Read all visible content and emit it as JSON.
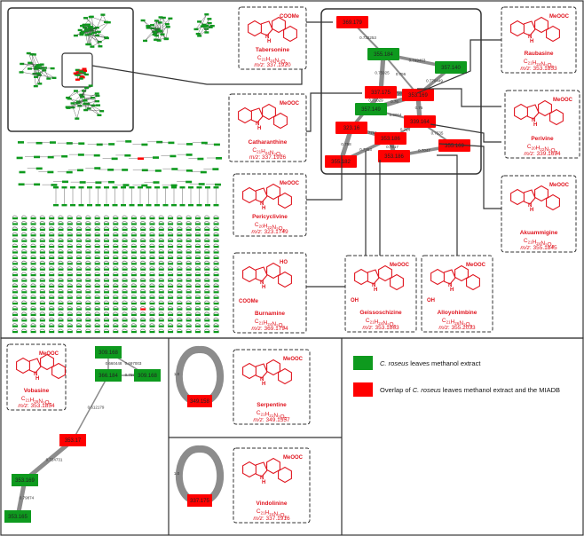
{
  "panel_letter": "A",
  "legend": [
    {
      "label": "C. roseus leaves methanol extract",
      "color": "#0e9a1e"
    },
    {
      "label": "Overlap of C. roseus leaves methanol extract and the MIADB",
      "color": "#ff0000"
    }
  ],
  "colors": {
    "green_node": "#0e9a1e",
    "red_node": "#ff0000",
    "compound_text": "#e0141e",
    "edge": "#8c8c8c"
  },
  "compounds": [
    {
      "id": "tabersonine",
      "name": "Tabersonine",
      "formula_base": "C",
      "formula": [
        [
          "C",
          "21"
        ],
        [
          "H",
          "24"
        ],
        [
          "N",
          "2"
        ],
        [
          "O",
          "2"
        ]
      ],
      "mz": "337.1920",
      "fragments": [
        "COOMe"
      ]
    },
    {
      "id": "catharanthine",
      "name": "Catharanthine",
      "formula": [
        [
          "C",
          "21"
        ],
        [
          "H",
          "24"
        ],
        [
          "N",
          "2"
        ],
        [
          "O",
          "2"
        ]
      ],
      "mz": "337.1916",
      "fragments": [
        "MeOOC"
      ]
    },
    {
      "id": "pericyclivine",
      "name": "Pericyclivine",
      "formula": [
        [
          "C",
          "20"
        ],
        [
          "H",
          "22"
        ],
        [
          "N",
          "2"
        ],
        [
          "O",
          "2"
        ]
      ],
      "mz": "323.1749",
      "fragments": [
        "MeOOC"
      ]
    },
    {
      "id": "burnamine",
      "name": "Burnamine",
      "formula": [
        [
          "C",
          "21"
        ],
        [
          "H",
          "24"
        ],
        [
          "N",
          "2"
        ],
        [
          "O",
          "4"
        ]
      ],
      "mz": "369.1794",
      "fragments": [
        "HO",
        "COOMe"
      ]
    },
    {
      "id": "geissoschizine",
      "name": "Geissoschizine",
      "formula": [
        [
          "C",
          "21"
        ],
        [
          "H",
          "24"
        ],
        [
          "N",
          "2"
        ],
        [
          "O",
          "3"
        ]
      ],
      "mz": "353.1863",
      "fragments": [
        "MeOOC",
        "OH"
      ]
    },
    {
      "id": "alloyohimbine",
      "name": "Alloyohimbine",
      "formula": [
        [
          "C",
          "21"
        ],
        [
          "H",
          "26"
        ],
        [
          "N",
          "2"
        ],
        [
          "O",
          "3"
        ]
      ],
      "mz": "355.2033",
      "fragments": [
        "MeOOC",
        "OH"
      ]
    },
    {
      "id": "raubasine",
      "name": "Raubasine",
      "formula": [
        [
          "C",
          "21"
        ],
        [
          "H",
          "24"
        ],
        [
          "N",
          "2"
        ],
        [
          "O",
          "3"
        ]
      ],
      "mz": "353.1853",
      "fragments": [
        "MeOOC"
      ]
    },
    {
      "id": "perivine",
      "name": "Perivine",
      "formula": [
        [
          "C",
          "20"
        ],
        [
          "H",
          "22"
        ],
        [
          "N",
          "2"
        ],
        [
          "O",
          "3"
        ]
      ],
      "mz": "339.1694",
      "fragments": [
        "MeOOC"
      ]
    },
    {
      "id": "akuammigine",
      "name": "Akuammigine",
      "formula": [
        [
          "C",
          "21"
        ],
        [
          "H",
          "24"
        ],
        [
          "N",
          "2"
        ],
        [
          "O",
          "3"
        ]
      ],
      "mz": "355.1845",
      "fragments": [
        "MeOOC"
      ]
    },
    {
      "id": "vobasine",
      "name": "Vobasine",
      "formula": [
        [
          "C",
          "21"
        ],
        [
          "H",
          "26"
        ],
        [
          "N",
          "2"
        ],
        [
          "O",
          "3"
        ]
      ],
      "mz": "353.1854",
      "fragments": [
        "MeOOC"
      ]
    },
    {
      "id": "serpentine",
      "name": "Serpentine",
      "formula": [
        [
          "C",
          "21"
        ],
        [
          "H",
          "21"
        ],
        [
          "N",
          "2"
        ],
        [
          "O",
          "3"
        ]
      ],
      "mz": "349.1557",
      "fragments": [
        "MeOOC"
      ]
    },
    {
      "id": "vindolinine",
      "name": "Vindolinine",
      "formula": [
        [
          "C",
          "21"
        ],
        [
          "H",
          "24"
        ],
        [
          "N",
          "2"
        ],
        [
          "O",
          "2"
        ]
      ],
      "mz": "337.1916",
      "fragments": [
        "MeOOC"
      ]
    }
  ],
  "cluster_nodes": [
    {
      "id": "n1",
      "label": "369.179",
      "color": "red"
    },
    {
      "id": "n2",
      "label": "355.184",
      "color": "green"
    },
    {
      "id": "n3",
      "label": "357.140",
      "color": "green"
    },
    {
      "id": "n4",
      "label": "337.175",
      "color": "red"
    },
    {
      "id": "n5",
      "label": "353.169",
      "color": "red"
    },
    {
      "id": "n6",
      "label": "357.149",
      "color": "green"
    },
    {
      "id": "n7",
      "label": "323.16",
      "color": "red"
    },
    {
      "id": "n8",
      "label": "339.164",
      "color": "red"
    },
    {
      "id": "n9",
      "label": "353.186",
      "color": "red"
    },
    {
      "id": "n10",
      "label": "355.182",
      "color": "red"
    },
    {
      "id": "n11",
      "label": "353.186",
      "color": "red"
    },
    {
      "id": "n12",
      "label": "355.169",
      "color": "red"
    }
  ],
  "cluster_edges": [
    {
      "from": "n1",
      "to": "n2",
      "label": "0.732253"
    },
    {
      "from": "n2",
      "to": "n3",
      "label": "0.749463"
    },
    {
      "from": "n2",
      "to": "n4",
      "label": "0.75925"
    },
    {
      "from": "n2",
      "to": "n5",
      "label": "0.756"
    },
    {
      "from": "n3",
      "to": "n5",
      "label": "0.770449"
    },
    {
      "from": "n4",
      "to": "n5",
      "label": "0.79046"
    },
    {
      "from": "n4",
      "to": "n6",
      "label": "0.76029"
    },
    {
      "from": "n4",
      "to": "n7",
      "label": "0.7716"
    },
    {
      "from": "n6",
      "to": "n5",
      "label": "0.76"
    },
    {
      "from": "n6",
      "to": "n8",
      "label": "0.8064"
    },
    {
      "from": "n7",
      "to": "n9",
      "label": "0.7791"
    },
    {
      "from": "n5",
      "to": "n8",
      "label": "0.75"
    },
    {
      "from": "n8",
      "to": "n9",
      "label": "0.714"
    },
    {
      "from": "n9",
      "to": "n10",
      "label": "0.7863"
    },
    {
      "from": "n9",
      "to": "n11",
      "label": "0.7817"
    },
    {
      "from": "n8",
      "to": "n12",
      "label": "0.7535"
    },
    {
      "from": "n11",
      "to": "n12",
      "label": "0.7047"
    },
    {
      "from": "n7",
      "to": "n10",
      "label": "0.758"
    }
  ],
  "vobasine_nodes": [
    {
      "id": "v1",
      "label": "309.168",
      "color": "green"
    },
    {
      "id": "v2",
      "label": "309.168",
      "color": "green"
    },
    {
      "id": "v3",
      "label": "366.184",
      "color": "green"
    },
    {
      "id": "v4",
      "label": "353.17",
      "color": "red"
    },
    {
      "id": "v5",
      "label": "353.169",
      "color": "green"
    },
    {
      "id": "v6",
      "label": "353.165",
      "color": "green"
    }
  ],
  "vobasine_edges": [
    {
      "from": "v1",
      "to": "v2",
      "label": "0.697003"
    },
    {
      "from": "v1",
      "to": "v3",
      "label": "0.660448"
    },
    {
      "from": "v2",
      "to": "v3",
      "label": "0.769489"
    },
    {
      "from": "v3",
      "to": "v4",
      "label": "0.612179"
    },
    {
      "from": "v4",
      "to": "v5",
      "label": "0.724731"
    },
    {
      "from": "v5",
      "to": "v6",
      "label": "0.79874"
    }
  ],
  "self_loops": [
    {
      "id": "serpentine",
      "node_label": "349.158",
      "edge_label": "1.0"
    },
    {
      "id": "vindolinine",
      "node_label": "337.175",
      "edge_label": "1.0"
    }
  ]
}
